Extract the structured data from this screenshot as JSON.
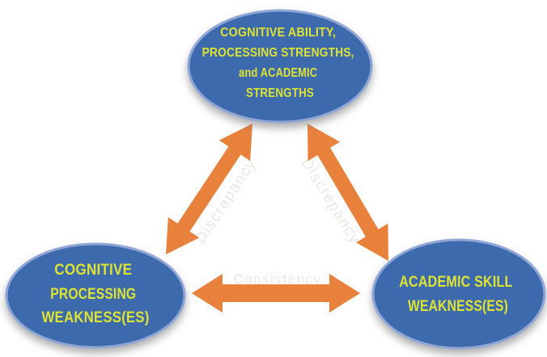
{
  "colors": {
    "background": "#ffffff",
    "ellipse_center": "#3E6BAC",
    "ellipse_edge": "#2F5695",
    "ellipse_rim": "#8FA6D6",
    "node_text": "#DDE233",
    "arrow": "#E8813C",
    "watermark": "#E9E8E2"
  },
  "nodes": {
    "strengths": {
      "lines": [
        "COGNITIVE ABILITY,",
        "PROCESSING STRENGTHS,",
        "and ACADEMIC",
        "STRENGTHS"
      ]
    },
    "processing_weakness": {
      "lines": [
        "COGNITIVE",
        "PROCESSING",
        "WEAKNESS(ES)"
      ]
    },
    "academic_weakness": {
      "lines": [
        "ACADEMIC SKILL",
        "WEAKNESS(ES)"
      ]
    }
  },
  "arrow_labels": {
    "left": "Discrepancy",
    "right": "Discrepancy",
    "bottom": "Consistency"
  }
}
